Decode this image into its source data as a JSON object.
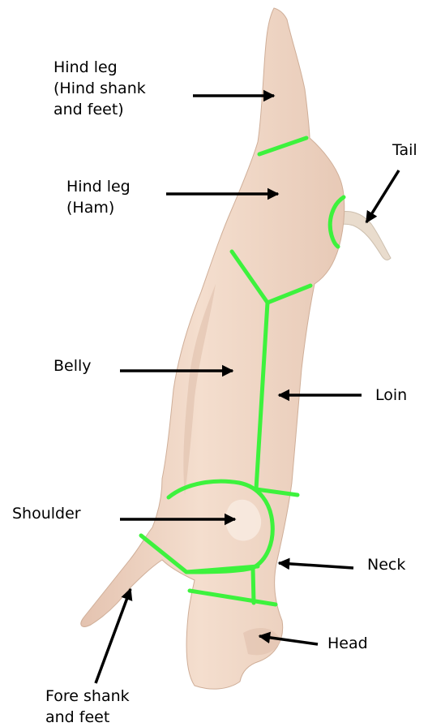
{
  "colors": {
    "background": "#ffffff",
    "carcass_skin": "#f1d8c8",
    "carcass_shade": "#ddbba6",
    "cut_lines": "#3df23d",
    "arrows": "#000000",
    "tail": "#e9dccd"
  },
  "labels": {
    "hind_shank": [
      "Hind leg",
      "(Hind shank",
      "and feet)"
    ],
    "ham": [
      "Hind leg",
      "(Ham)"
    ],
    "tail": "Tail",
    "belly": "Belly",
    "loin": "Loin",
    "shoulder": "Shoulder",
    "neck": "Neck",
    "head": "Head",
    "fore_shank": [
      "Fore shank",
      "and feet"
    ]
  }
}
